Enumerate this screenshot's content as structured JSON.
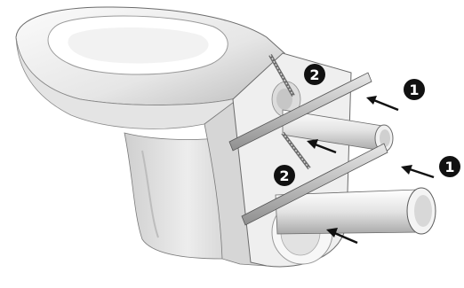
{
  "diagram": {
    "callouts": [
      {
        "id": "callout-1-upper",
        "number": "1"
      },
      {
        "id": "callout-1-lower",
        "number": "1"
      },
      {
        "id": "callout-2-upper",
        "number": "2"
      },
      {
        "id": "callout-2-lower",
        "number": "2"
      }
    ],
    "colors": {
      "porcelain_light": "#f4f4f4",
      "porcelain_mid": "#dcdcdc",
      "porcelain_shadow": "#b8b8b8",
      "outline": "#4a4a4a",
      "callout_fill": "#111111",
      "callout_text": "#ffffff"
    }
  }
}
